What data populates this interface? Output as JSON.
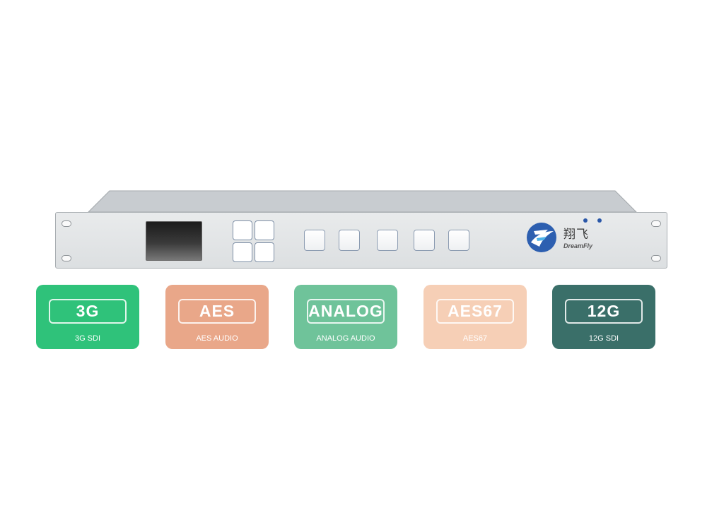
{
  "device": {
    "brand_cn": "翔飞",
    "brand_en": "DreamFly"
  },
  "cards": [
    {
      "title": "3G",
      "subtitle": "3G SDI",
      "color": "#2fc27a"
    },
    {
      "title": "AES",
      "subtitle": "AES AUDIO",
      "color": "#e9a789"
    },
    {
      "title": "ANALOG",
      "subtitle": "ANALOG AUDIO",
      "color": "#6fc39a"
    },
    {
      "title": "AES67",
      "subtitle": "AES67",
      "color": "#f6cfb6"
    },
    {
      "title": "12G",
      "subtitle": "12G SDI",
      "color": "#3a6f69"
    }
  ]
}
